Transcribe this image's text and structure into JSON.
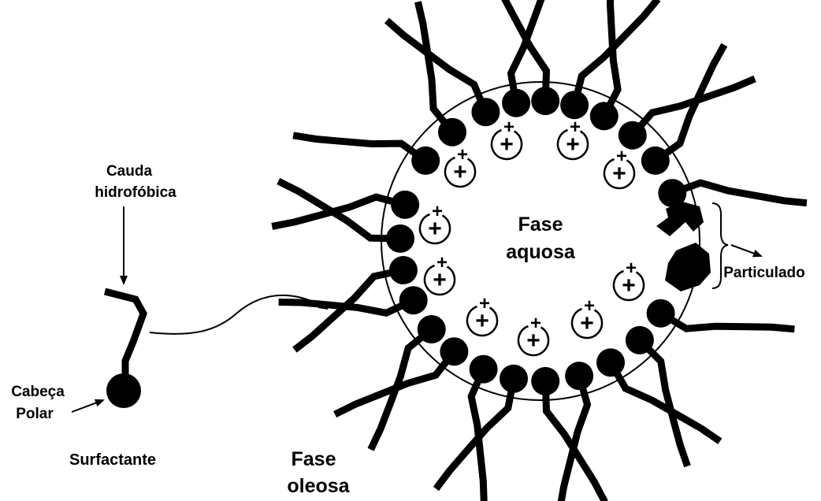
{
  "labels": {
    "tail": [
      "Cauda",
      "hidrofóbica"
    ],
    "head": [
      "Cabeça",
      "Polar"
    ],
    "surfactant": "Surfactante",
    "oil_phase": [
      "Fase",
      "oleosa"
    ],
    "water_phase": [
      "Fase",
      "aquosa"
    ],
    "particulate": "Particulado"
  },
  "symbols": {
    "charge": "+"
  },
  "colors": {
    "ink": "#000000",
    "background": "#ffffff"
  }
}
